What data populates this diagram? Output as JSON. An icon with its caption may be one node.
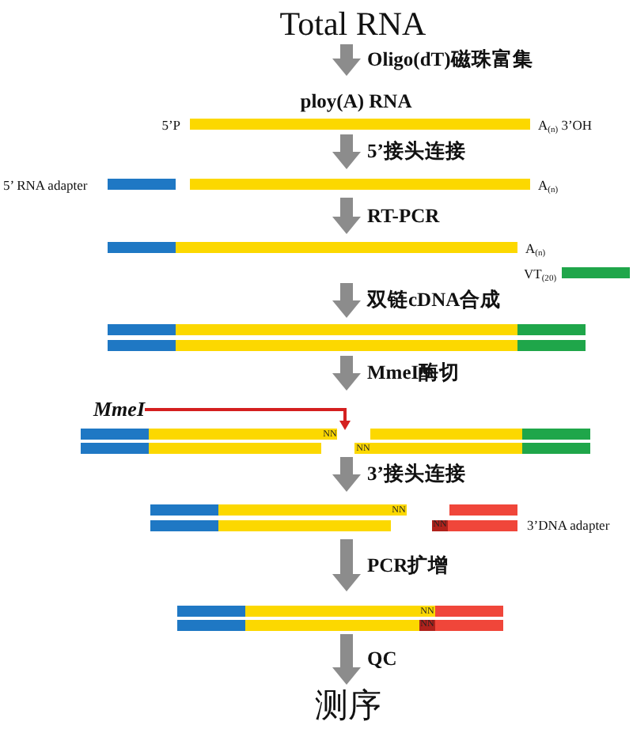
{
  "diagram": {
    "nodes": [
      {
        "text": [
          "Total RNA"
        ]
      },
      {
        "text": [
          "ploy(A) RNA",
          "5’P",
          "A$_{(n)}$ 3’OH"
        ]
      },
      {
        "text": [
          "5’ RNA adapter",
          "A$_{(n)}$"
        ]
      },
      {
        "text": [
          "A$_{(n)}$",
          "VT$_{(20)}$"
        ]
      },
      {
        "text": [],
        "shape": "bar"
      },
      {
        "text": [
          "NN",
          "NN"
        ]
      },
      {
        "text": [
          "MmeI"
        ]
      },
      {
        "text": [
          "NN",
          "NN",
          "3’DNA adapter"
        ]
      },
      {
        "text": [
          "NN",
          "NN"
        ]
      },
      {
        "text": [
          "测序"
        ]
      }
    ],
    "edges": [
      {
        "from": 0,
        "to": 1,
        "arrow": "to",
        "label": "Oligo(dT)磁珠富集"
      },
      {
        "from": 1,
        "to": 2,
        "arrow": "to",
        "label": "5’接头连接"
      },
      {
        "from": 2,
        "to": 3,
        "arrow": "to",
        "label": "RT-PCR"
      },
      {
        "from": 3,
        "to": 4,
        "arrow": "to",
        "label": "双链cDNA合成"
      },
      {
        "from": 4,
        "to": 5,
        "arrow": "to",
        "label": "MmeI酶切"
      },
      {
        "from": 6,
        "to": 5,
        "arrow": "to",
        "color": "#d42020"
      },
      {
        "from": 5,
        "to": 7,
        "arrow": "to",
        "label": "3’接头连接"
      },
      {
        "from": 7,
        "to": 8,
        "arrow": "to",
        "label": "PCR扩增"
      },
      {
        "from": 8,
        "to": 9,
        "arrow": "to",
        "label": "QC"
      }
    ]
  }
}
